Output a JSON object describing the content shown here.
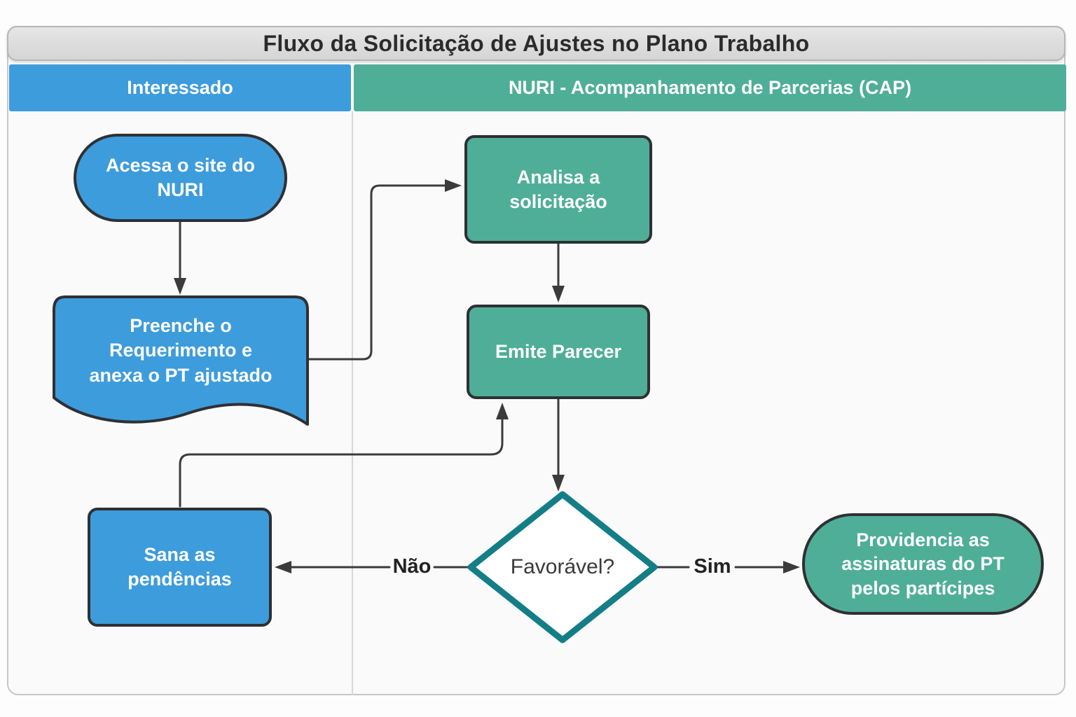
{
  "title": "Fluxo da Solicitação de Ajustes no Plano Trabalho",
  "lanes": [
    {
      "id": "interessado",
      "label": "Interessado",
      "color": "#3d9cdb"
    },
    {
      "id": "nuri-cap",
      "label": "NURI - Acompanhamento de Parcerias (CAP)",
      "color": "#4fae97"
    }
  ],
  "nodes": {
    "acessa": {
      "label": "Acessa o site do\nNURI",
      "shape": "terminator",
      "lane": "Interessado",
      "fill": "#3d9cdb"
    },
    "preenche": {
      "label": "Preenche o\nRequerimento e\nanexa o PT ajustado",
      "shape": "document",
      "lane": "Interessado",
      "fill": "#3d9cdb"
    },
    "analisa": {
      "label": "Analisa a\nsolicitação",
      "shape": "process",
      "lane": "NURI - Acompanhamento de Parcerias (CAP)",
      "fill": "#4fae97"
    },
    "emite": {
      "label": "Emite Parecer",
      "shape": "process",
      "lane": "NURI - Acompanhamento de Parcerias (CAP)",
      "fill": "#4fae97"
    },
    "favoravel": {
      "label": "Favorável?",
      "shape": "decision",
      "lane": "NURI - Acompanhamento de Parcerias (CAP)",
      "fill": "#ffffff",
      "border": "#147e87"
    },
    "sana": {
      "label": "Sana as\npendências",
      "shape": "process",
      "lane": "Interessado",
      "fill": "#3d9cdb"
    },
    "providencia": {
      "label": "Providencia as\nassinaturas do PT\npelos partícipes",
      "shape": "terminator",
      "lane": "NURI - Acompanhamento de Parcerias (CAP)",
      "fill": "#4fae97"
    }
  },
  "edges": {
    "nao_label": "Não",
    "sim_label": "Sim"
  },
  "colors": {
    "blue": "#3d9cdb",
    "teal": "#4fae97",
    "node_border": "#2e3034",
    "decision_border": "#147e87",
    "line": "#3b3b3b",
    "title_bar": "#dcdcdc",
    "frame_bg": "#fafafa"
  }
}
